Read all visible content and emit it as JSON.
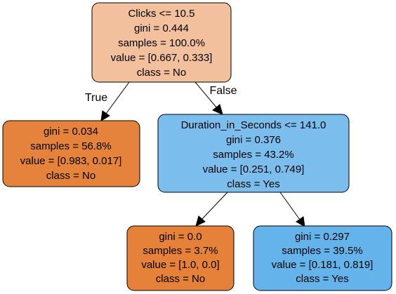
{
  "tree": {
    "nodes": {
      "root": {
        "lines": [
          "Clicks <= 10.5",
          "gini = 0.444",
          "samples = 100.0%",
          "value = [0.667, 0.333]",
          "class = No"
        ],
        "fill": "#f2c09c"
      },
      "left": {
        "lines": [
          "gini = 0.034",
          "samples = 56.8%",
          "value = [0.983, 0.017]",
          "class = No"
        ],
        "fill": "#e5833c"
      },
      "right": {
        "lines": [
          "Duration_in_Seconds <= 141.0",
          "gini = 0.376",
          "samples = 43.2%",
          "value = [0.251, 0.749]",
          "class = Yes"
        ],
        "fill": "#7bbeee"
      },
      "right_left": {
        "lines": [
          "gini = 0.0",
          "samples = 3.7%",
          "value = [1.0, 0.0]",
          "class = No"
        ],
        "fill": "#e58139"
      },
      "right_right": {
        "lines": [
          "gini = 0.297",
          "samples = 39.5%",
          "value = [0.181, 0.819]",
          "class = Yes"
        ],
        "fill": "#65b3eb"
      }
    },
    "edges": {
      "true_label": "True",
      "false_label": "False"
    }
  }
}
